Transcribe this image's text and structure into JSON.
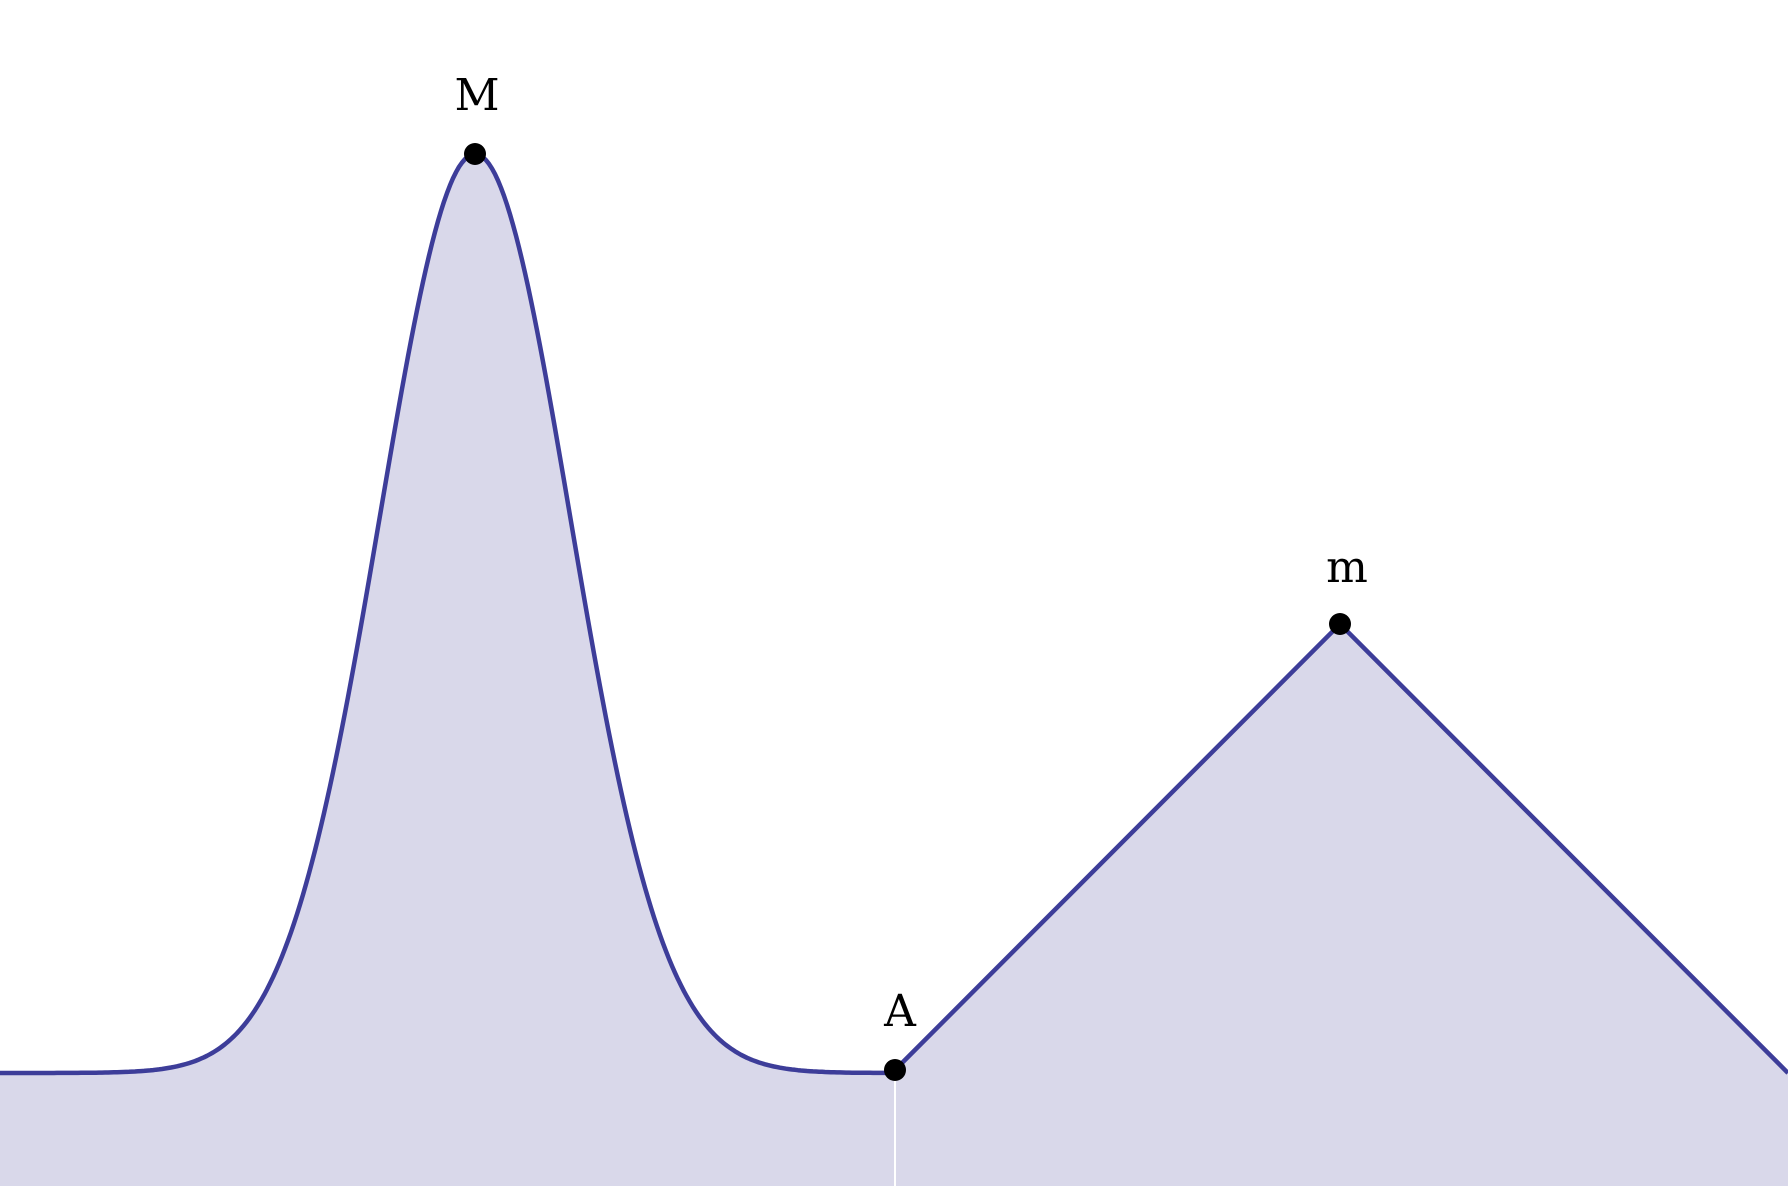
{
  "colors": {
    "curve": "#3d3d99",
    "fill": "#d9d8ea",
    "point": "#000000",
    "divider": "#ffffff"
  },
  "points": {
    "M": {
      "label": "M"
    },
    "m": {
      "label": "m"
    },
    "A": {
      "label": "A"
    }
  }
}
